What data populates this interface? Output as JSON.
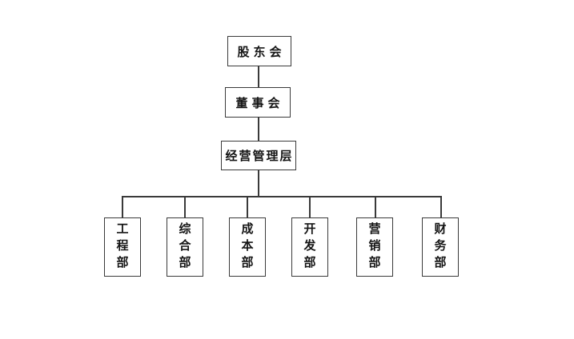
{
  "org": {
    "root": "股东会",
    "level2": "董事会",
    "level3": "经营管理层",
    "departments": [
      "工程部",
      "综合部",
      "成本部",
      "开发部",
      "营销部",
      "财务部"
    ]
  },
  "colors": {
    "line": "#3a3a3a",
    "text": "#141414",
    "background": "#ffffff"
  }
}
